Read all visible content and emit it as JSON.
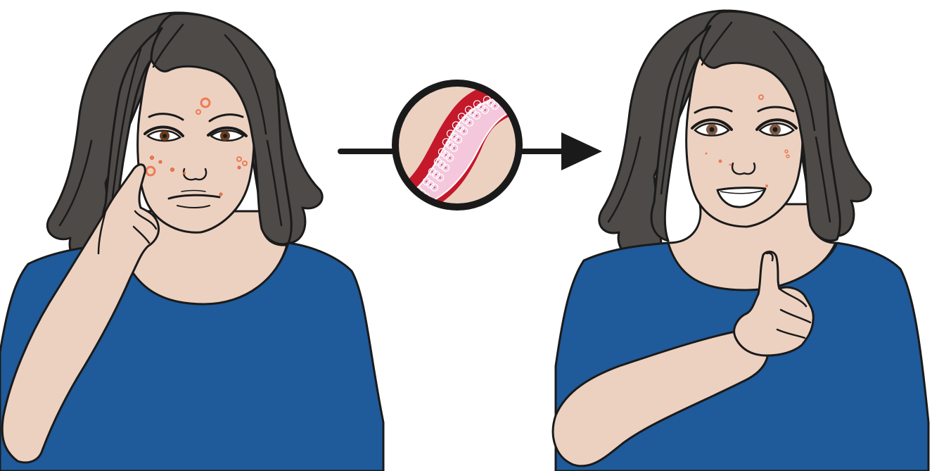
{
  "illustration": {
    "panels": [
      {
        "id": "before",
        "expression": "concerned",
        "gesture": "pointing-at-cheek",
        "blemish_count": "many"
      },
      {
        "id": "after",
        "expression": "smiling",
        "gesture": "thumbs-up",
        "blemish_count": "few"
      }
    ],
    "transition": {
      "type": "arrow",
      "magnifier_content": "blood-vessel-cells"
    },
    "colors": {
      "hair": "#4d4a47",
      "skin": "#ecd1c1",
      "shirt": "#1f5a9a",
      "outline": "#1a1a1a",
      "blemish": "#ef7b54",
      "vessel_wall": "#c4182b",
      "cell_fill": "#f4c7dc",
      "cell_nucleus": "#c06089",
      "iris": "#7a5a45",
      "background": "#ffffff"
    }
  }
}
